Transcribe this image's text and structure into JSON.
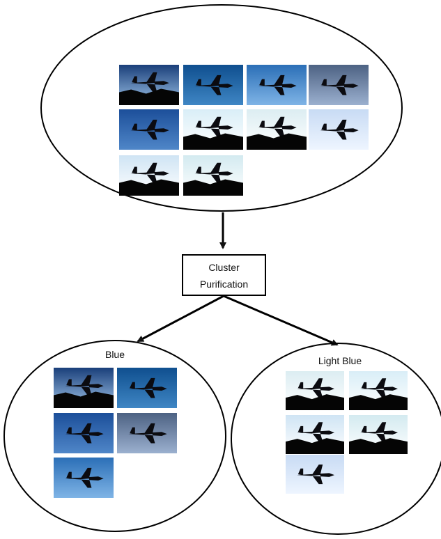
{
  "process_box": {
    "line1": "Cluster",
    "line2": "Purification"
  },
  "clusters": {
    "left": {
      "label": "Blue"
    },
    "right": {
      "label": "Light Blue"
    }
  },
  "thumbnails": {
    "source_cluster": [
      {
        "name": "jets-formation-dark-blue",
        "sky": "#1a3f7a",
        "glow": "#9fc4e8",
        "ground": true
      },
      {
        "name": "fighter-jet-blue",
        "sky": "#0f4f8f",
        "glow": "#3f86c4",
        "ground": false
      },
      {
        "name": "jet-over-water",
        "sky": "#2b6fb7",
        "glow": "#7fb4e6",
        "ground": false
      },
      {
        "name": "jets-grey-blue-sky",
        "sky": "#4d6283",
        "glow": "#9bb0cf",
        "ground": false
      },
      {
        "name": "explosion-blue",
        "sky": "#1c4f9a",
        "glow": "#4f86c8",
        "ground": false
      },
      {
        "name": "runway-light-sky",
        "sky": "#d9eef7",
        "glow": "#ffffff",
        "ground": true
      },
      {
        "name": "jet-light-sky",
        "sky": "#dcedf2",
        "glow": "#ffffff",
        "ground": true
      },
      {
        "name": "jet-pale-blue",
        "sky": "#c8dbf4",
        "glow": "#eef5ff",
        "ground": false
      },
      {
        "name": "clouds-ground",
        "sky": "#cfe4f4",
        "glow": "#ffffff",
        "ground": true
      },
      {
        "name": "jet-on-ground",
        "sky": "#d3eaf0",
        "glow": "#ffffff",
        "ground": true
      }
    ],
    "blue_cluster": [
      {
        "name": "jets-formation-dark-blue",
        "sky": "#1a3f7a",
        "glow": "#9fc4e8",
        "ground": true
      },
      {
        "name": "fighter-jet-blue",
        "sky": "#0f4f8f",
        "glow": "#3f86c4",
        "ground": false
      },
      {
        "name": "explosion-blue",
        "sky": "#1c4f9a",
        "glow": "#4f86c8",
        "ground": false
      },
      {
        "name": "jets-grey-blue-sky",
        "sky": "#4d6283",
        "glow": "#9bb0cf",
        "ground": false
      },
      {
        "name": "jet-over-water",
        "sky": "#2b6fb7",
        "glow": "#7fb4e6",
        "ground": false
      }
    ],
    "light_blue_cluster": [
      {
        "name": "jet-light-sky",
        "sky": "#dcedf2",
        "glow": "#ffffff",
        "ground": true
      },
      {
        "name": "runway-light-sky",
        "sky": "#d9eef7",
        "glow": "#ffffff",
        "ground": true
      },
      {
        "name": "clouds-ground",
        "sky": "#cfe4f4",
        "glow": "#ffffff",
        "ground": true
      },
      {
        "name": "jet-on-ground",
        "sky": "#d3eaf0",
        "glow": "#ffffff",
        "ground": true
      },
      {
        "name": "jet-pale-blue",
        "sky": "#c8dbf4",
        "glow": "#eef5ff",
        "ground": false
      }
    ]
  }
}
